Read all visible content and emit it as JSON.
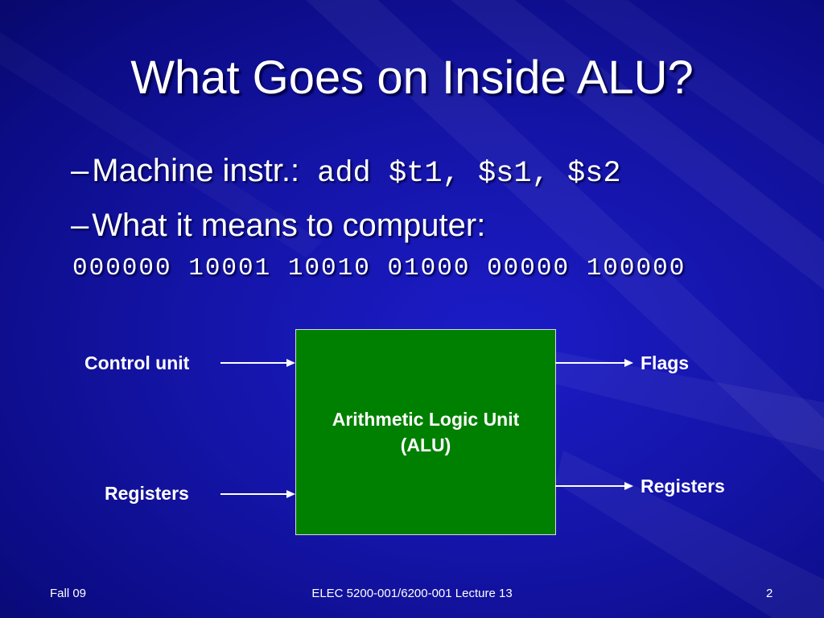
{
  "slide": {
    "title": "What Goes on Inside ALU?",
    "bullets": [
      {
        "dash": "–",
        "label": "Machine instr.:",
        "code": "add $t1, $s1, $s2"
      },
      {
        "dash": "–",
        "label": "What it means to computer:"
      }
    ],
    "binary": "000000 10001 10010 01000 00000 100000",
    "diagram": {
      "alu_line1": "Arithmetic Logic Unit",
      "alu_line2": "(ALU)",
      "input_top": "Control unit",
      "input_bottom": "Registers",
      "output_top": "Flags",
      "output_bottom": "Registers"
    },
    "footer": {
      "left": "Fall 09",
      "center": "ELEC 5200-001/6200-001 Lecture 13",
      "right": "2"
    }
  },
  "colors": {
    "background": "#1414a6",
    "alu_fill": "#008000",
    "text": "#ffffff"
  }
}
